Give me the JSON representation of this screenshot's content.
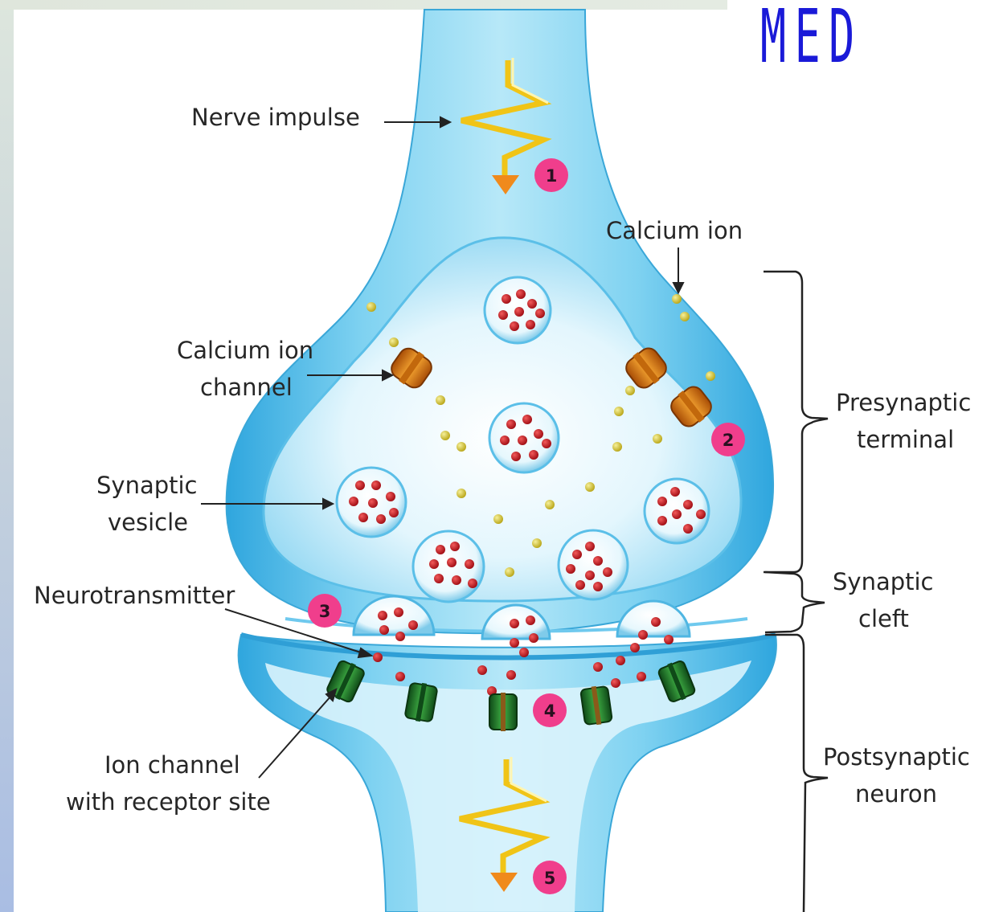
{
  "logo": {
    "text": "MED",
    "color": "#1a1ad8"
  },
  "labels": {
    "nerve_impulse": "Nerve impulse",
    "calcium_ion": "Calcium ion",
    "calcium_ion_channel_1": "Calcium ion",
    "calcium_ion_channel_2": "channel",
    "synaptic_vesicle_1": "Synaptic",
    "synaptic_vesicle_2": "vesicle",
    "neurotransmitter": "Neurotransmitter",
    "ion_channel_1": "Ion channel",
    "ion_channel_2": "with receptor site",
    "presynaptic_1": "Presynaptic",
    "presynaptic_2": "terminal",
    "cleft_1": "Synaptic",
    "cleft_2": "cleft",
    "postsynaptic_1": "Postsynaptic",
    "postsynaptic_2": "neuron"
  },
  "steps": [
    "1",
    "2",
    "3",
    "4",
    "5"
  ],
  "colors": {
    "membrane": "#7fd0ee",
    "cytoplasm": "#cdeefa",
    "calcium_ion": "#d9c92a",
    "neurotransmitter": "#c4131c",
    "step_badge": "#f03e8c",
    "impulse_arrow": "#f5d02a",
    "receptor_channel": "#1f7a2a",
    "calcium_channel": "#e8891a"
  }
}
